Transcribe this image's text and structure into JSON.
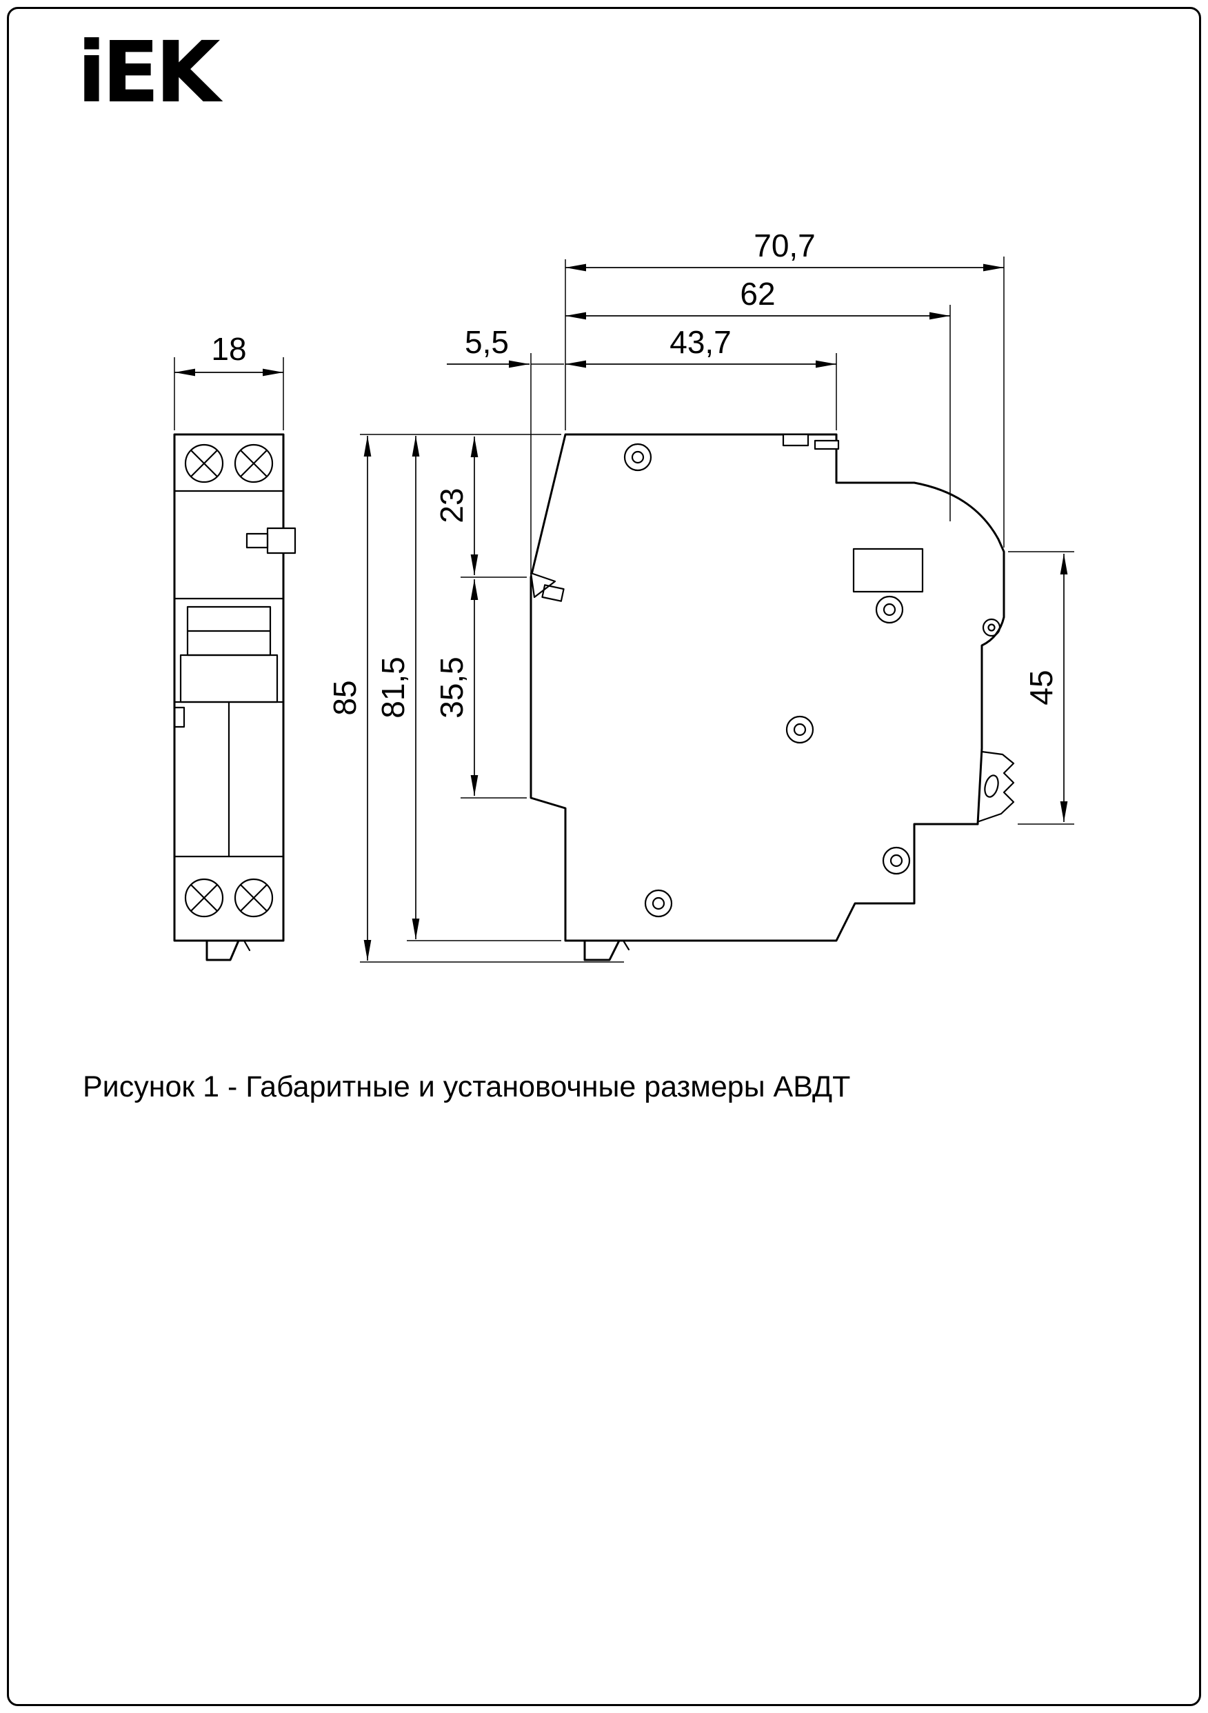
{
  "logo": {
    "text": "iEK"
  },
  "caption": "Рисунок 1 - Габаритные и установочные размеры АВДТ",
  "dimensions": {
    "front_width": "18",
    "depth_total": "70,7",
    "depth_upper": "62",
    "depth_front": "43,7",
    "front_offset": "5,5",
    "height_total": "85",
    "height_body": "81,5",
    "top_section": "23",
    "mid_section": "35,5",
    "din_area": "45"
  }
}
